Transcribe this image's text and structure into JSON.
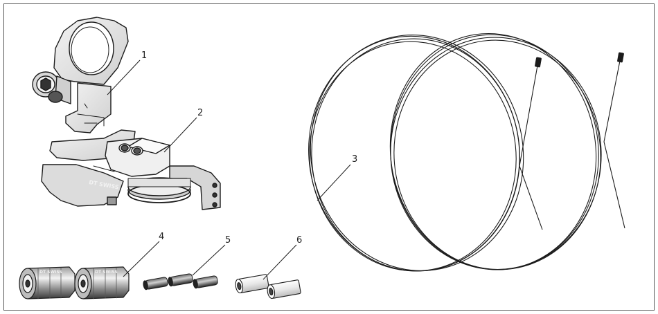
{
  "diagram": {
    "callouts": [
      {
        "label": "1",
        "part": "clamp"
      },
      {
        "label": "2",
        "part": "remote-lever"
      },
      {
        "label": "3",
        "part": "cables"
      },
      {
        "label": "4",
        "part": "cable-housing-caps"
      },
      {
        "label": "5",
        "part": "cable-end-crimps"
      },
      {
        "label": "6",
        "part": "ferrules"
      }
    ],
    "brand_marks": {
      "lever": "DT SWISS",
      "cap_left": "DT SWISS",
      "cap_right": "DT SWISS"
    },
    "colors": {
      "line": "#1b1b1b",
      "part_fill": "#e6e6e6",
      "part_fill_dark": "#c8c8c8",
      "frame": "#555555"
    }
  }
}
